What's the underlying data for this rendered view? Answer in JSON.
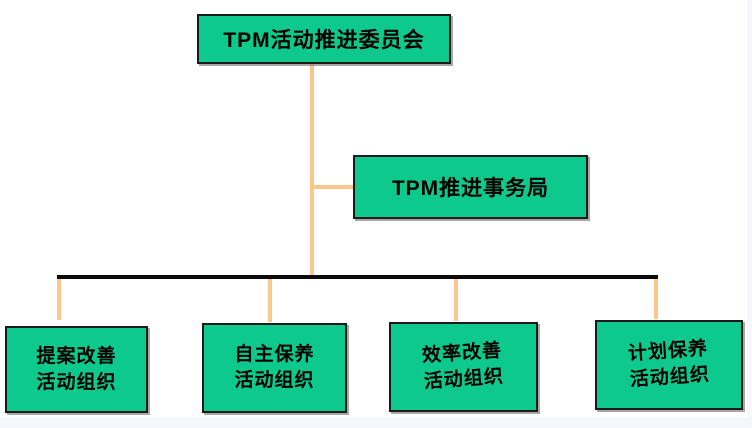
{
  "colors": {
    "node_fill": "#0dc98d",
    "node_border": "#1a1a1a",
    "connector": "#fbc78c",
    "bus_line": "#0a0a0a",
    "text": "#000000",
    "page_margin": "#f4f8fc"
  },
  "org_chart": {
    "type": "org-tree",
    "root": {
      "label": "TPM活动推进委员会"
    },
    "staff": {
      "label": "TPM推进事务局"
    },
    "children": [
      {
        "line1": "提案改善",
        "line2": "活动组织"
      },
      {
        "line1": "自主保养",
        "line2": "活动组织"
      },
      {
        "line1": "效率改善",
        "line2": "活动组织"
      },
      {
        "line1": "计划保养",
        "line2": "活动组织"
      }
    ]
  }
}
